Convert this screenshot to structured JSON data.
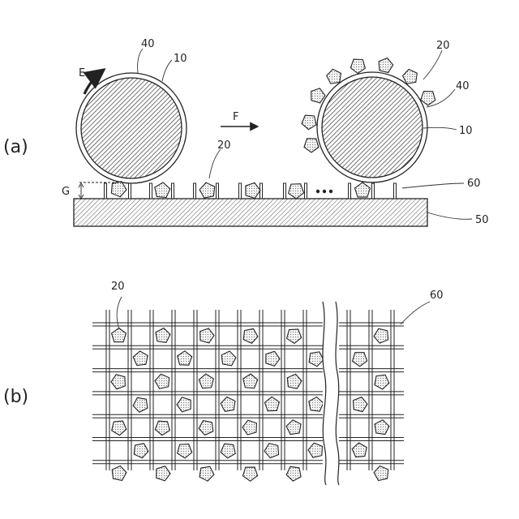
{
  "labels": {
    "part_a": "(a)",
    "part_b": "(b)",
    "rotation": "E",
    "feed": "F",
    "gap": "G",
    "coating_left": "40",
    "roller_left": "10",
    "particle_a": "20",
    "particles_right": "20",
    "coating_right": "40",
    "roller_right": "10",
    "mesh_a": "60",
    "base": "50",
    "particle_b": "20",
    "mesh_b": "60"
  },
  "colors": {
    "line": "#222222",
    "particle_fill": "#e6e6e6",
    "hatch": "#444444"
  }
}
